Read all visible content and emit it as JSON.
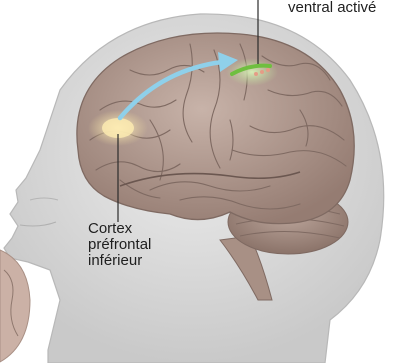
{
  "labels": {
    "top_right": "ventral activé",
    "bottom_lines": [
      "Cortex",
      "préfrontal",
      "inférieur"
    ]
  },
  "colors": {
    "background": "#ffffff",
    "head_skin": "#dcdcdc",
    "head_outline": "#b8b8b8",
    "brain": "#b59d92",
    "brain_fold": "#7f6a62",
    "highlight_frontal": "#fbeab0",
    "highlight_ventral": "#c9e6a8",
    "arrow": "#8fd0ea",
    "leader_line": "#2b2b2b"
  },
  "icons": [
    "head-silhouette-icon",
    "brain-icon",
    "arrow-icon"
  ]
}
